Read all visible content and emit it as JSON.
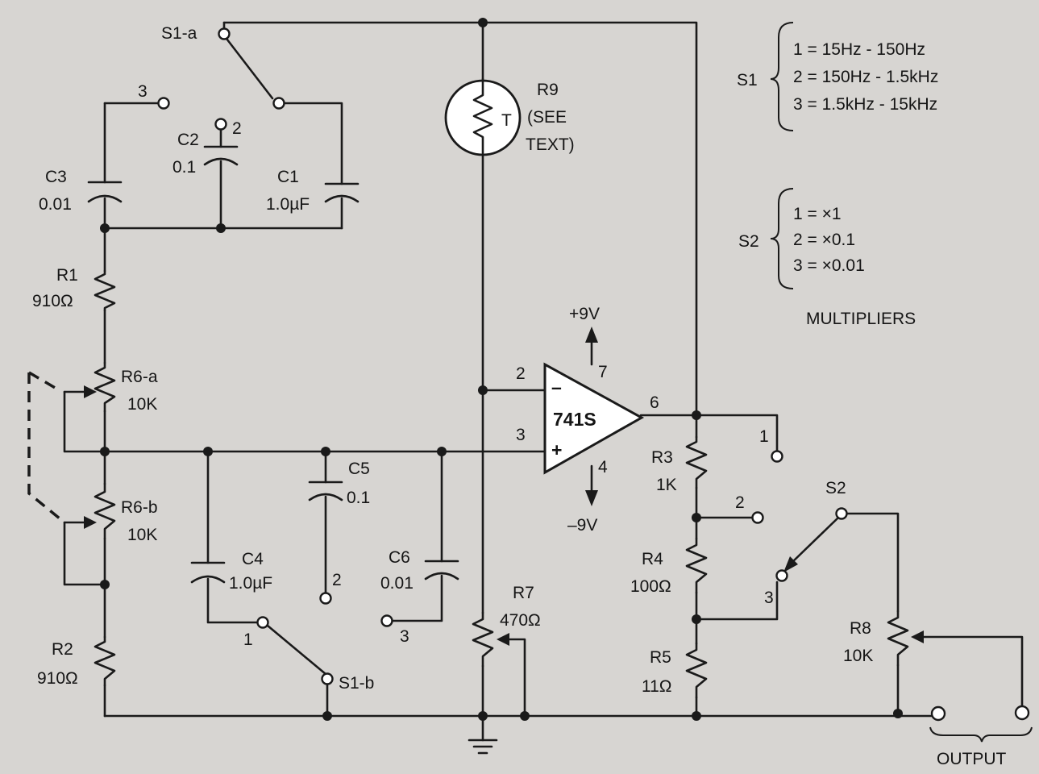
{
  "s1_a_label": "S1-a",
  "s1_b_label": "S1-b",
  "s2_label": "S2",
  "pos1": "1",
  "pos2": "2",
  "pos3": "3",
  "c1": {
    "name": "C1",
    "value": "1.0µF"
  },
  "c2": {
    "name": "C2",
    "value": "0.1"
  },
  "c3": {
    "name": "C3",
    "value": "0.01"
  },
  "c4": {
    "name": "C4",
    "value": "1.0µF"
  },
  "c5": {
    "name": "C5",
    "value": "0.1"
  },
  "c6": {
    "name": "C6",
    "value": "0.01"
  },
  "r1": {
    "name": "R1",
    "value": "910Ω"
  },
  "r2": {
    "name": "R2",
    "value": "910Ω"
  },
  "r3": {
    "name": "R3",
    "value": "1K"
  },
  "r4": {
    "name": "R4",
    "value": "100Ω"
  },
  "r5": {
    "name": "R5",
    "value": "11Ω"
  },
  "r6a": {
    "name": "R6-a",
    "value": "10K"
  },
  "r6b": {
    "name": "R6-b",
    "value": "10K"
  },
  "r7": {
    "name": "R7",
    "value": "470Ω"
  },
  "r8": {
    "name": "R8",
    "value": "10K"
  },
  "r9": {
    "name": "R9",
    "note_1": "(SEE",
    "note_2": "TEXT)",
    "symbol": "T"
  },
  "opamp": {
    "name": "741S",
    "pin_inv": "2",
    "pin_noninv": "3",
    "pin_out": "6",
    "pin_vplus": "7",
    "pin_vminus": "4",
    "minus_sign": "–",
    "plus_sign": "+",
    "vplus": "+9V",
    "vminus": "–9V"
  },
  "s1_legend": {
    "label": "S1",
    "items": [
      "1 = 15Hz - 150Hz",
      "2 = 150Hz - 1.5kHz",
      "3 = 1.5kHz - 15kHz"
    ]
  },
  "s2_legend": {
    "label": "S2",
    "items": [
      "1 = ×1",
      "2  = ×0.1",
      "3 = ×0.01"
    ],
    "caption": "MULTIPLIERS"
  },
  "output_label": "OUTPUT"
}
